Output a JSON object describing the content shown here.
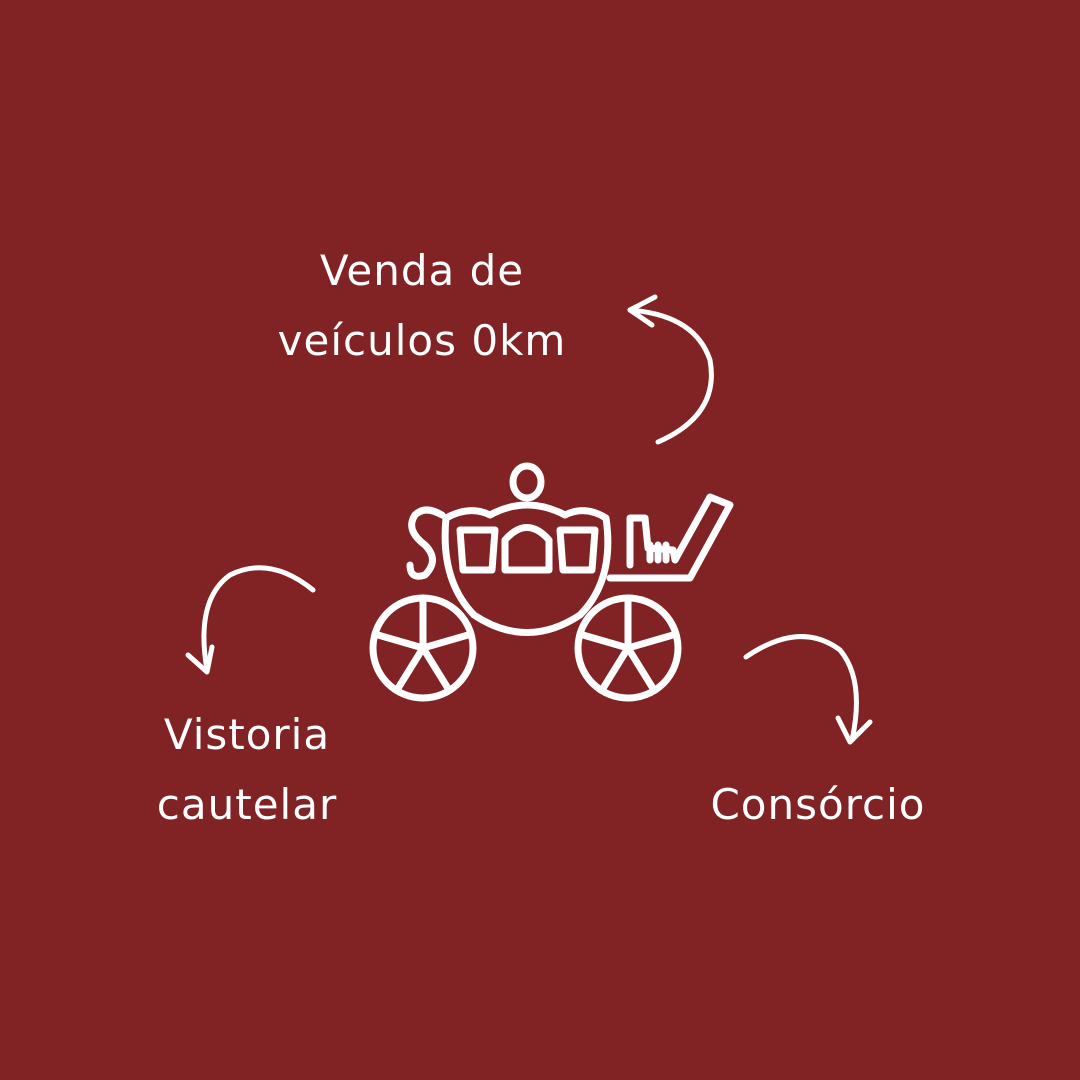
{
  "background_color": "#812224",
  "foreground_color": "#ffffff",
  "labels": {
    "venda": [
      "Venda de",
      "veículos 0km"
    ],
    "vistoria": [
      "Vistoria",
      "cautelar"
    ],
    "consorcio": "Consórcio"
  },
  "icons": [
    "carriage-icon",
    "curved-arrow-icon"
  ]
}
